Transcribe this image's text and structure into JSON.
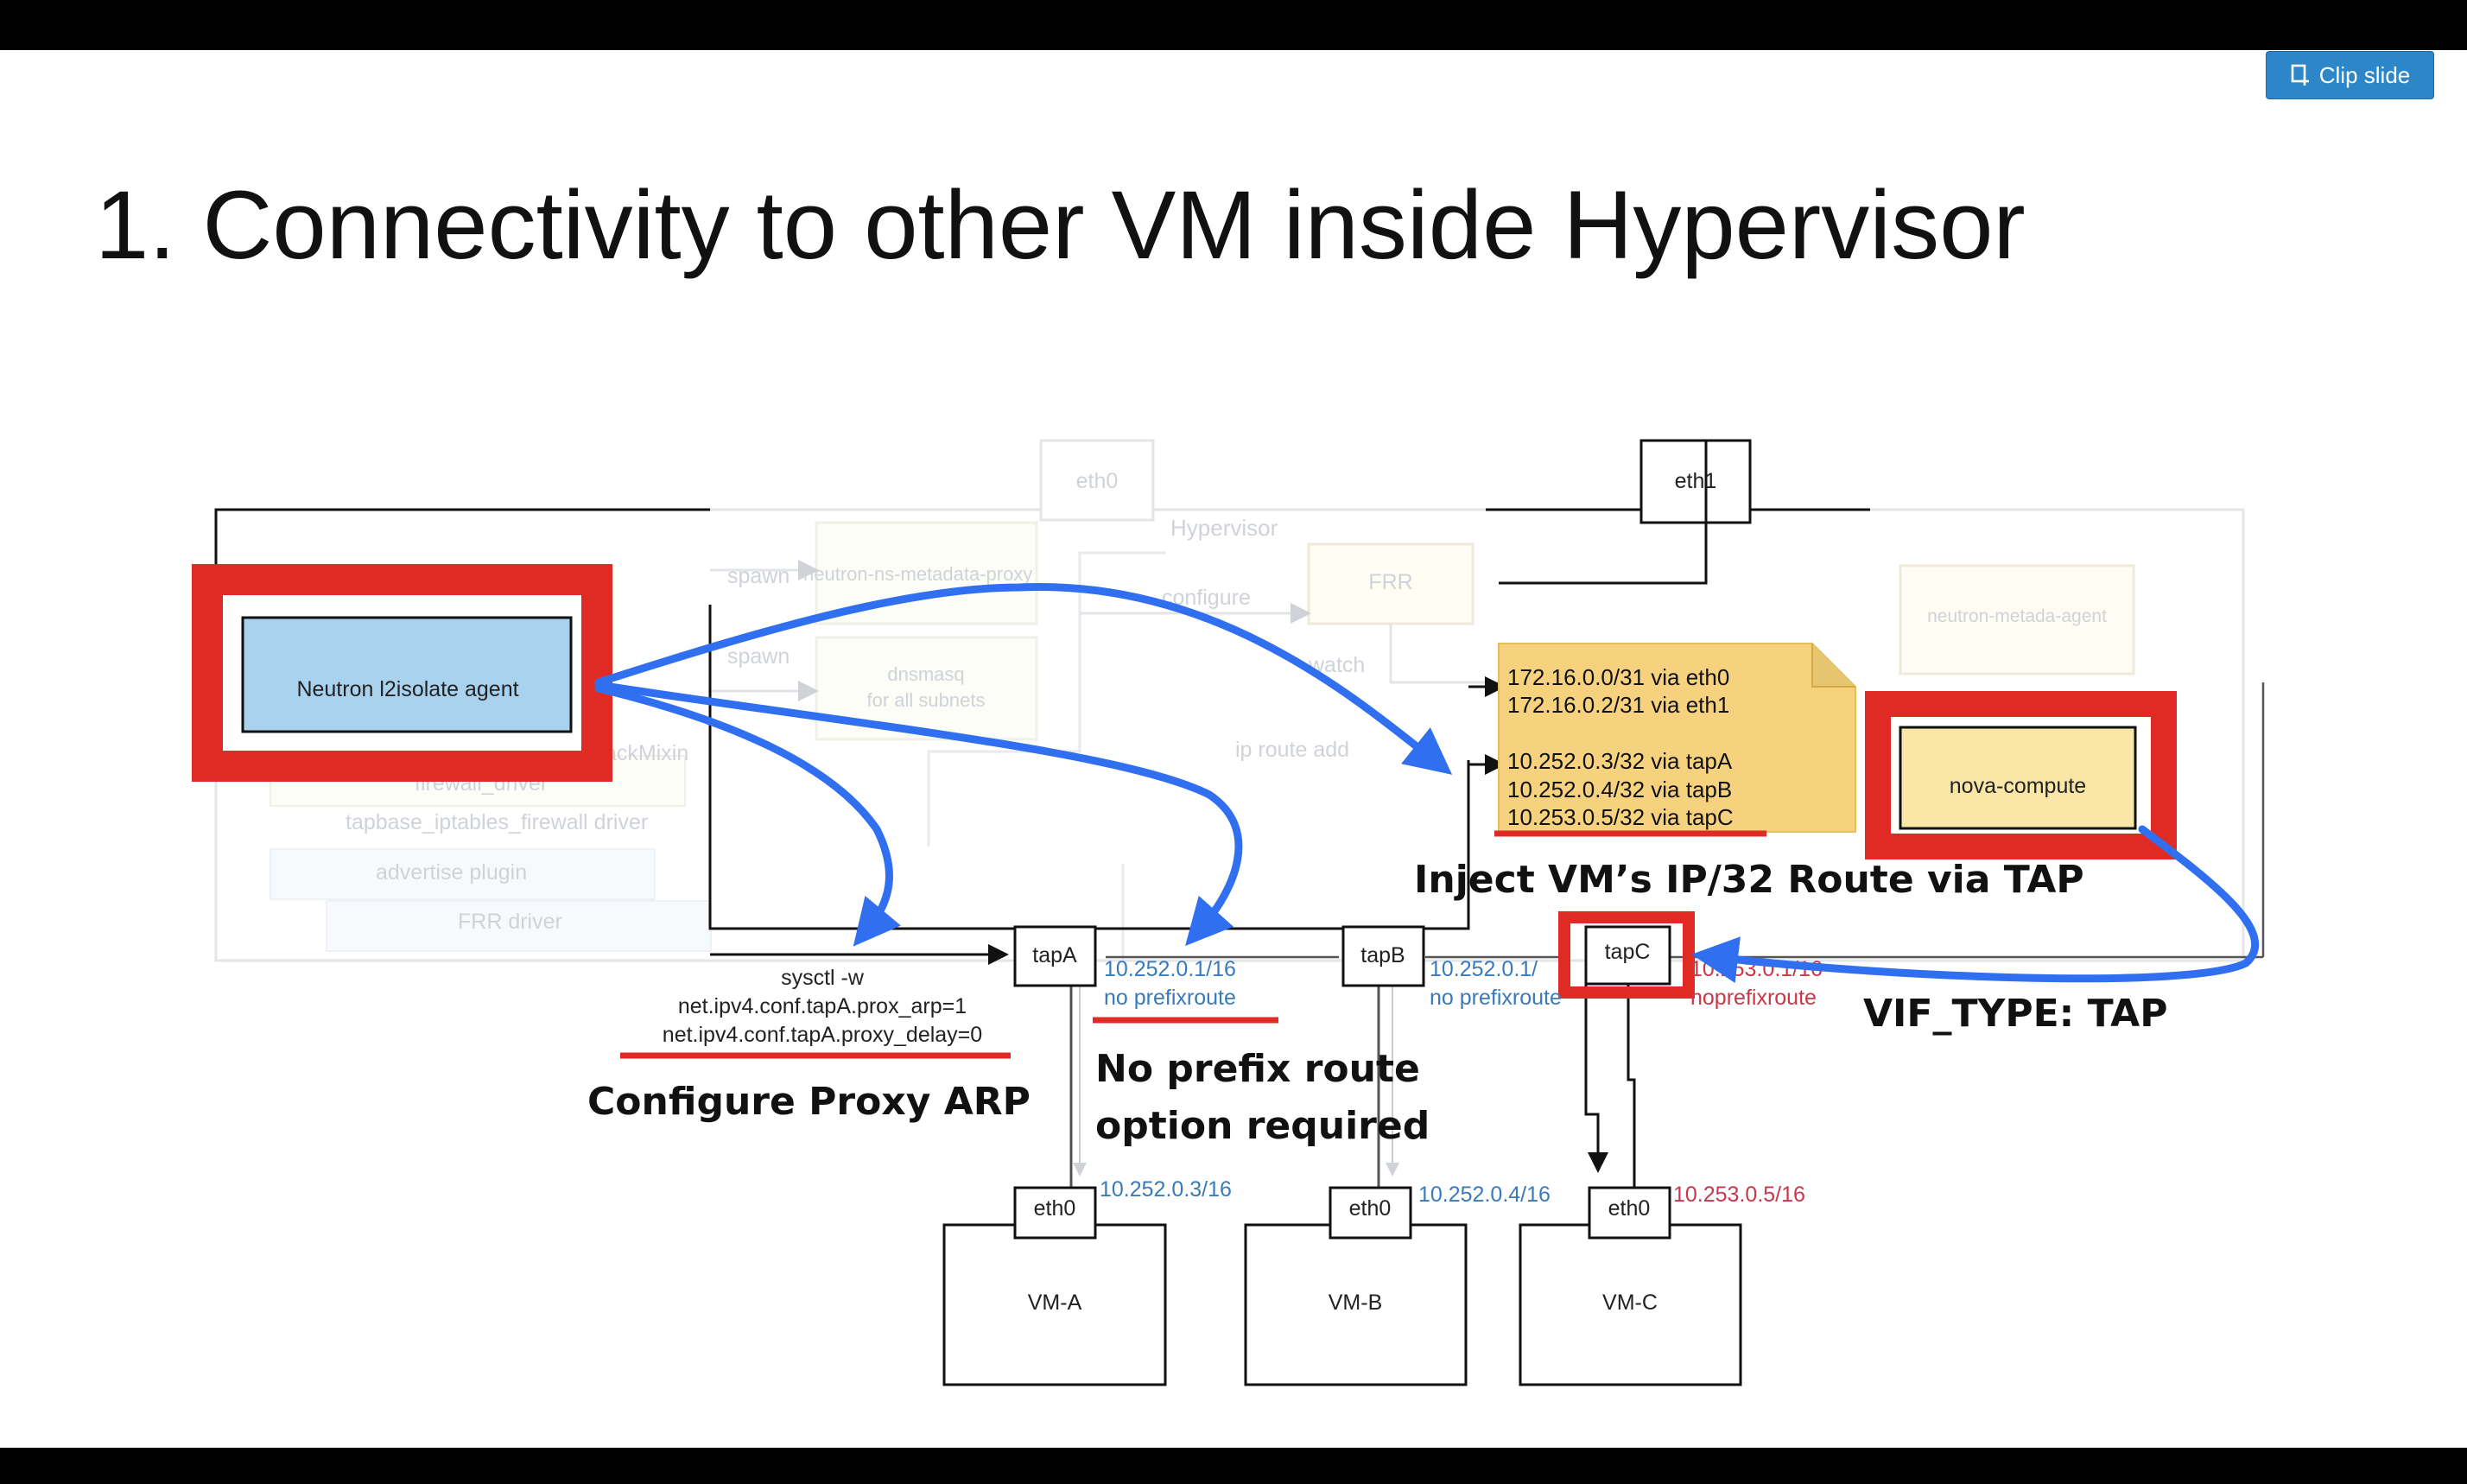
{
  "toolbar": {
    "clip_label": "Clip slide",
    "clip_icon": "clip-icon"
  },
  "slide": {
    "title": "1. Connectivity to other VM inside Hypervisor"
  },
  "colors": {
    "highlight_red": "#e02b25",
    "arrow_blue": "#2f6ff0",
    "agent_fill": "#a9d2ee",
    "note_fill": "#f7d27e",
    "nova_fill": "#fae6a7"
  },
  "diagram": {
    "faded": {
      "eth0": "eth0",
      "hypervisor": "Hypervisor",
      "spawn1": "spawn",
      "spawn2": "spawn",
      "metadata_proxy": "neutron-ns-metadata-proxy",
      "dnsmasq_line1": "dnsmasq",
      "dnsmasq_line2": "for all subnets",
      "configure": "configure",
      "watch": "watch",
      "ip_route_add": "ip route add",
      "frr": "FRR",
      "metadata_agent": "neutron-metada-agent",
      "firewall_driver": "firewall_driver",
      "stackmixin": "ackMixin",
      "iptables_driver": "tapbase_iptables_firewall driver",
      "advertise_plugin": "advertise plugin",
      "frr_driver": "FRR driver"
    },
    "eth1": "eth1",
    "agent": "Neutron  l2isolate agent",
    "nova": "nova-compute",
    "routes": [
      "172.16.0.0/31 via eth0",
      "172.16.0.2/31 via eth1",
      "10.252.0.3/32 via tapA",
      "10.252.0.4/32 via tapB",
      "10.253.0.5/32 via tapC"
    ],
    "taps": {
      "a": "tapA",
      "b": "tapB",
      "c": "tapC"
    },
    "tap_ips": {
      "a": "10.252.0.1/16",
      "b": "10.252.0.1/",
      "c": "10.253.0.1/16"
    },
    "tap_opts": {
      "a": "no prefixroute",
      "b": "no prefixroute",
      "c": "noprefixroute"
    },
    "sysctl": [
      "sysctl -w",
      "net.ipv4.conf.tapA.prox_arp=1",
      "net.ipv4.conf.tapA.proxy_delay=0"
    ],
    "vms": [
      {
        "name": "VM-A",
        "nic": "eth0",
        "ip": "10.252.0.3/16"
      },
      {
        "name": "VM-B",
        "nic": "eth0",
        "ip": "10.252.0.4/16"
      },
      {
        "name": "VM-C",
        "nic": "eth0",
        "ip": "10.253.0.5/16"
      }
    ]
  },
  "annotations": {
    "inject": "Inject VM’s IP/32 Route via TAP",
    "vif_type": "VIF_TYPE: TAP",
    "proxy_arp": "Configure Proxy ARP",
    "no_prefix_1": "No prefix route",
    "no_prefix_2": "option required"
  }
}
